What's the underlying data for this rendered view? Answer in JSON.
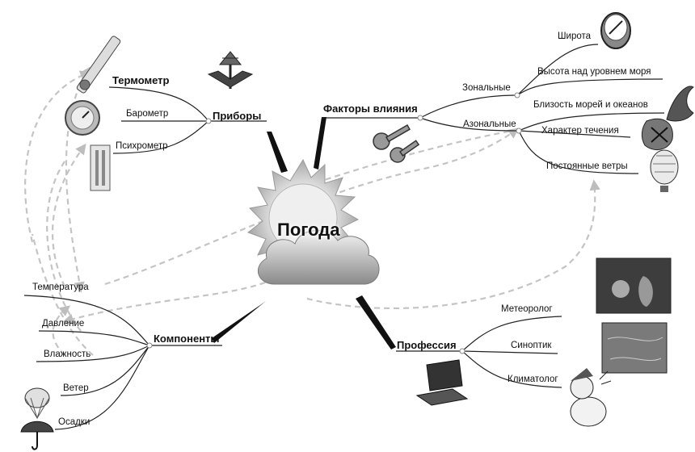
{
  "center": {
    "title": "Погода"
  },
  "branches": {
    "instruments": {
      "title": "Приборы",
      "items": [
        "Термометр",
        "Барометр",
        "Психрометр"
      ]
    },
    "factors": {
      "title": "Факторы влияния",
      "zonal": {
        "title": "Зональные",
        "items": [
          "Широта"
        ]
      },
      "azonal": {
        "title": "Азональные",
        "items": [
          "Высота над уровнем моря",
          "Близость морей и океанов",
          "Характер течения",
          "Постоянные ветры"
        ]
      }
    },
    "components": {
      "title": "Компоненты",
      "items": [
        "Температура",
        "Давление",
        "Влажность",
        "Ветер",
        "Осадки"
      ]
    },
    "profession": {
      "title": "Профессия",
      "items": [
        "Метеоролог",
        "Синоптик",
        "Климатолог"
      ]
    }
  },
  "icons": [
    "thermometer-icon",
    "barometer-icon",
    "psychrometer-icon",
    "weather-station-icon",
    "compass-icon",
    "keys-icon",
    "wave-icon",
    "current-icon",
    "hot-air-balloon-icon",
    "parachute-icon",
    "umbrella-icon",
    "laptop-icon",
    "satellite-map-icon",
    "cartoon-scene-icon",
    "cartoon-character-icon"
  ]
}
